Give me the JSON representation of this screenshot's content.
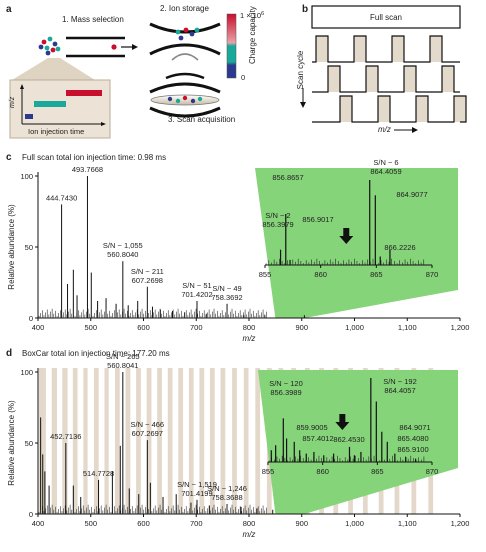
{
  "panels": {
    "a": {
      "letter": "a",
      "step1": "1. Mass selection",
      "step2": "2. Ion storage",
      "step3": "3. Scan acquisition",
      "mz": "m/z",
      "ion_injection_time": "Ion injection time",
      "charge_capacity": "Charge capacity",
      "cap_max": "1 × 10",
      "cap_max_exp": "6",
      "cap_min": "0"
    },
    "b": {
      "letter": "b",
      "full_scan": "Full scan",
      "scan_cycle": "Scan cycle",
      "mz": "m/z"
    },
    "c": {
      "letter": "c",
      "title": "Full scan total ion injection time: 0.98 ms"
    },
    "d": {
      "letter": "d",
      "title": "BoxCar total ion injection time: 177.20 ms"
    }
  },
  "colors": {
    "green": "#86d47a",
    "box": "#d9cbb7",
    "red": "#c8102e",
    "teal": "#19a99a",
    "blue": "#2b3a8f"
  },
  "chart_data": [
    {
      "type": "bar",
      "id": "c",
      "xlabel": "m/z",
      "ylabel": "Relative abundance (%)",
      "xlim": [
        400,
        1200
      ],
      "ylim": [
        0,
        100
      ],
      "xticks": [
        400,
        500,
        600,
        700,
        800,
        900,
        1000,
        1100,
        1200
      ],
      "xtick_labels": [
        "400",
        "500",
        "600",
        "700",
        "800",
        "900",
        "1,000",
        "1,100",
        "1,200"
      ],
      "yticks": [
        0,
        50,
        100
      ],
      "peaks": [
        {
          "x": 444.743,
          "y": 80
        },
        {
          "x": 456,
          "y": 24
        },
        {
          "x": 467,
          "y": 34
        },
        {
          "x": 474,
          "y": 16
        },
        {
          "x": 493.7668,
          "y": 100
        },
        {
          "x": 501,
          "y": 32
        },
        {
          "x": 513,
          "y": 12
        },
        {
          "x": 529,
          "y": 14
        },
        {
          "x": 548,
          "y": 10
        },
        {
          "x": 560.804,
          "y": 40
        },
        {
          "x": 571,
          "y": 9
        },
        {
          "x": 589,
          "y": 12
        },
        {
          "x": 607.2698,
          "y": 22
        },
        {
          "x": 617,
          "y": 8
        },
        {
          "x": 632,
          "y": 6
        },
        {
          "x": 655,
          "y": 5
        },
        {
          "x": 678,
          "y": 4
        },
        {
          "x": 701.4202,
          "y": 12
        },
        {
          "x": 719,
          "y": 3
        },
        {
          "x": 758.3692,
          "y": 10
        },
        {
          "x": 790,
          "y": 2
        },
        {
          "x": 830,
          "y": 2
        },
        {
          "x": 905,
          "y": 2
        }
      ],
      "labels": [
        {
          "x": 444.743,
          "lines": [
            "444.7430"
          ]
        },
        {
          "x": 493.7668,
          "lines": [
            "493.7668"
          ]
        },
        {
          "x": 560.804,
          "lines": [
            "S/N ~ 1,055",
            "560.8040"
          ]
        },
        {
          "x": 607.2698,
          "lines": [
            "S/N ~ 211",
            "607.2698"
          ]
        },
        {
          "x": 701.4202,
          "lines": [
            "S/N ~ 51",
            "701.4202"
          ]
        },
        {
          "x": 758.3692,
          "lines": [
            "S/N ~ 49",
            "758.3692"
          ]
        }
      ],
      "inset": {
        "xlim": [
          855,
          870
        ],
        "ylim": [
          0,
          100
        ],
        "xticks": [
          855,
          860,
          865,
          870
        ],
        "peaks": [
          {
            "x": 856.3979,
            "y": 18
          },
          {
            "x": 856.8657,
            "y": 60
          },
          {
            "x": 857.25,
            "y": 6
          },
          {
            "x": 864.4059,
            "y": 100
          },
          {
            "x": 864.9077,
            "y": 82
          },
          {
            "x": 865.35,
            "y": 10
          },
          {
            "x": 866.2226,
            "y": 18
          }
        ],
        "labels": [
          {
            "x": 856.3979,
            "lines": [
              "S/N ~ 2",
              "856.3979"
            ]
          },
          {
            "x": 856.8657,
            "lines": [
              "856.8657"
            ]
          },
          {
            "x": 856.9017,
            "lines": [
              "856.9017"
            ]
          },
          {
            "x": 864.4059,
            "lines": [
              "S/N ~ 6",
              "864.4059"
            ]
          },
          {
            "x": 864.9077,
            "lines": [
              "864.9077"
            ]
          },
          {
            "x": 866.2226,
            "lines": [
              "866.2226"
            ]
          }
        ],
        "arrow_x": 862.3
      }
    },
    {
      "type": "bar",
      "id": "d",
      "xlabel": "m/z",
      "ylabel": "Relative abundance (%)",
      "xlim": [
        400,
        1200
      ],
      "ylim": [
        0,
        100
      ],
      "xticks": [
        400,
        500,
        600,
        700,
        800,
        900,
        1000,
        1100,
        1200
      ],
      "xtick_labels": [
        "400",
        "500",
        "600",
        "700",
        "800",
        "900",
        "1,000",
        "1,100",
        "1,200"
      ],
      "yticks": [
        0,
        50,
        100
      ],
      "peaks": [
        {
          "x": 405,
          "y": 68
        },
        {
          "x": 409,
          "y": 42
        },
        {
          "x": 413,
          "y": 30
        },
        {
          "x": 421,
          "y": 20
        },
        {
          "x": 452.7136,
          "y": 50
        },
        {
          "x": 467,
          "y": 20
        },
        {
          "x": 481,
          "y": 12
        },
        {
          "x": 514.7728,
          "y": 24
        },
        {
          "x": 541,
          "y": 30
        },
        {
          "x": 556,
          "y": 48
        },
        {
          "x": 560.8041,
          "y": 100
        },
        {
          "x": 573,
          "y": 18
        },
        {
          "x": 591,
          "y": 14
        },
        {
          "x": 607.2697,
          "y": 52
        },
        {
          "x": 613,
          "y": 22
        },
        {
          "x": 637,
          "y": 12
        },
        {
          "x": 662,
          "y": 14
        },
        {
          "x": 690,
          "y": 8
        },
        {
          "x": 701.4199,
          "y": 10
        },
        {
          "x": 725,
          "y": 6
        },
        {
          "x": 758.3688,
          "y": 7
        },
        {
          "x": 785,
          "y": 5
        },
        {
          "x": 815,
          "y": 4
        },
        {
          "x": 845,
          "y": 3
        }
      ],
      "boxes": [
        [
          402,
          415
        ],
        [
          426,
          436
        ],
        [
          446,
          456
        ],
        [
          466,
          475
        ],
        [
          486,
          494
        ],
        [
          506,
          515
        ],
        [
          526,
          534
        ],
        [
          546,
          555
        ],
        [
          566,
          575
        ],
        [
          586,
          595
        ],
        [
          606,
          615
        ],
        [
          626,
          635
        ],
        [
          646,
          655
        ],
        [
          666,
          675
        ],
        [
          686,
          695
        ],
        [
          706,
          715
        ],
        [
          726,
          735
        ],
        [
          746,
          755
        ],
        [
          768,
          777
        ],
        [
          790,
          799
        ],
        [
          812,
          821
        ],
        [
          834,
          843
        ],
        [
          856,
          865
        ],
        [
          880,
          889
        ],
        [
          906,
          915
        ],
        [
          933,
          942
        ],
        [
          960,
          969
        ],
        [
          988,
          997
        ],
        [
          1016,
          1025
        ],
        [
          1046,
          1055
        ],
        [
          1076,
          1085
        ],
        [
          1108,
          1117
        ],
        [
          1140,
          1149
        ]
      ],
      "labels": [
        {
          "x": 452.7136,
          "lines": [
            "452.7136"
          ]
        },
        {
          "x": 514.7728,
          "lines": [
            "514.7728"
          ]
        },
        {
          "x": 560.8041,
          "lines": [
            "S/N ~ 265",
            "560.8041"
          ]
        },
        {
          "x": 607.2697,
          "lines": [
            "S/N ~ 466",
            "607.2697"
          ]
        },
        {
          "x": 701.4199,
          "lines": [
            "S/N ~ 1,519",
            "701.4199"
          ]
        },
        {
          "x": 758.3688,
          "lines": [
            "S/N ~ 1,246",
            "758.3688"
          ]
        }
      ],
      "inset": {
        "xlim": [
          855,
          870
        ],
        "ylim": [
          0,
          100
        ],
        "xticks": [
          855,
          860,
          865,
          870
        ],
        "peaks": [
          {
            "x": 855.3,
            "y": 14
          },
          {
            "x": 855.7,
            "y": 20
          },
          {
            "x": 856.3989,
            "y": 52
          },
          {
            "x": 856.7,
            "y": 28
          },
          {
            "x": 857.4012,
            "y": 24
          },
          {
            "x": 857.9,
            "y": 14
          },
          {
            "x": 858.5,
            "y": 10
          },
          {
            "x": 859.2,
            "y": 12
          },
          {
            "x": 860.1,
            "y": 8
          },
          {
            "x": 861.0,
            "y": 10
          },
          {
            "x": 862.453,
            "y": 18
          },
          {
            "x": 862.9,
            "y": 8
          },
          {
            "x": 863.5,
            "y": 12
          },
          {
            "x": 864.4057,
            "y": 100
          },
          {
            "x": 864.9071,
            "y": 72
          },
          {
            "x": 865.408,
            "y": 36
          },
          {
            "x": 865.91,
            "y": 24
          },
          {
            "x": 866.6,
            "y": 10
          },
          {
            "x": 867.6,
            "y": 6
          },
          {
            "x": 868.5,
            "y": 4
          }
        ],
        "labels": [
          {
            "x": 856.3989,
            "lines": [
              "S/N ~ 120",
              "856.3989"
            ]
          },
          {
            "x": 859.9005,
            "lines": [
              "859.9005"
            ]
          },
          {
            "x": 857.4012,
            "lines": [
              "857.4012"
            ]
          },
          {
            "x": 862.453,
            "lines": [
              "862.4530"
            ]
          },
          {
            "x": 864.4057,
            "lines": [
              "S/N ~ 192",
              "864.4057"
            ]
          },
          {
            "x": 864.9071,
            "lines": [
              "864.9071"
            ]
          },
          {
            "x": 865.408,
            "lines": [
              "865.4080"
            ]
          },
          {
            "x": 865.91,
            "lines": [
              "865.9100"
            ]
          }
        ],
        "arrow_x": 861.8
      }
    }
  ]
}
